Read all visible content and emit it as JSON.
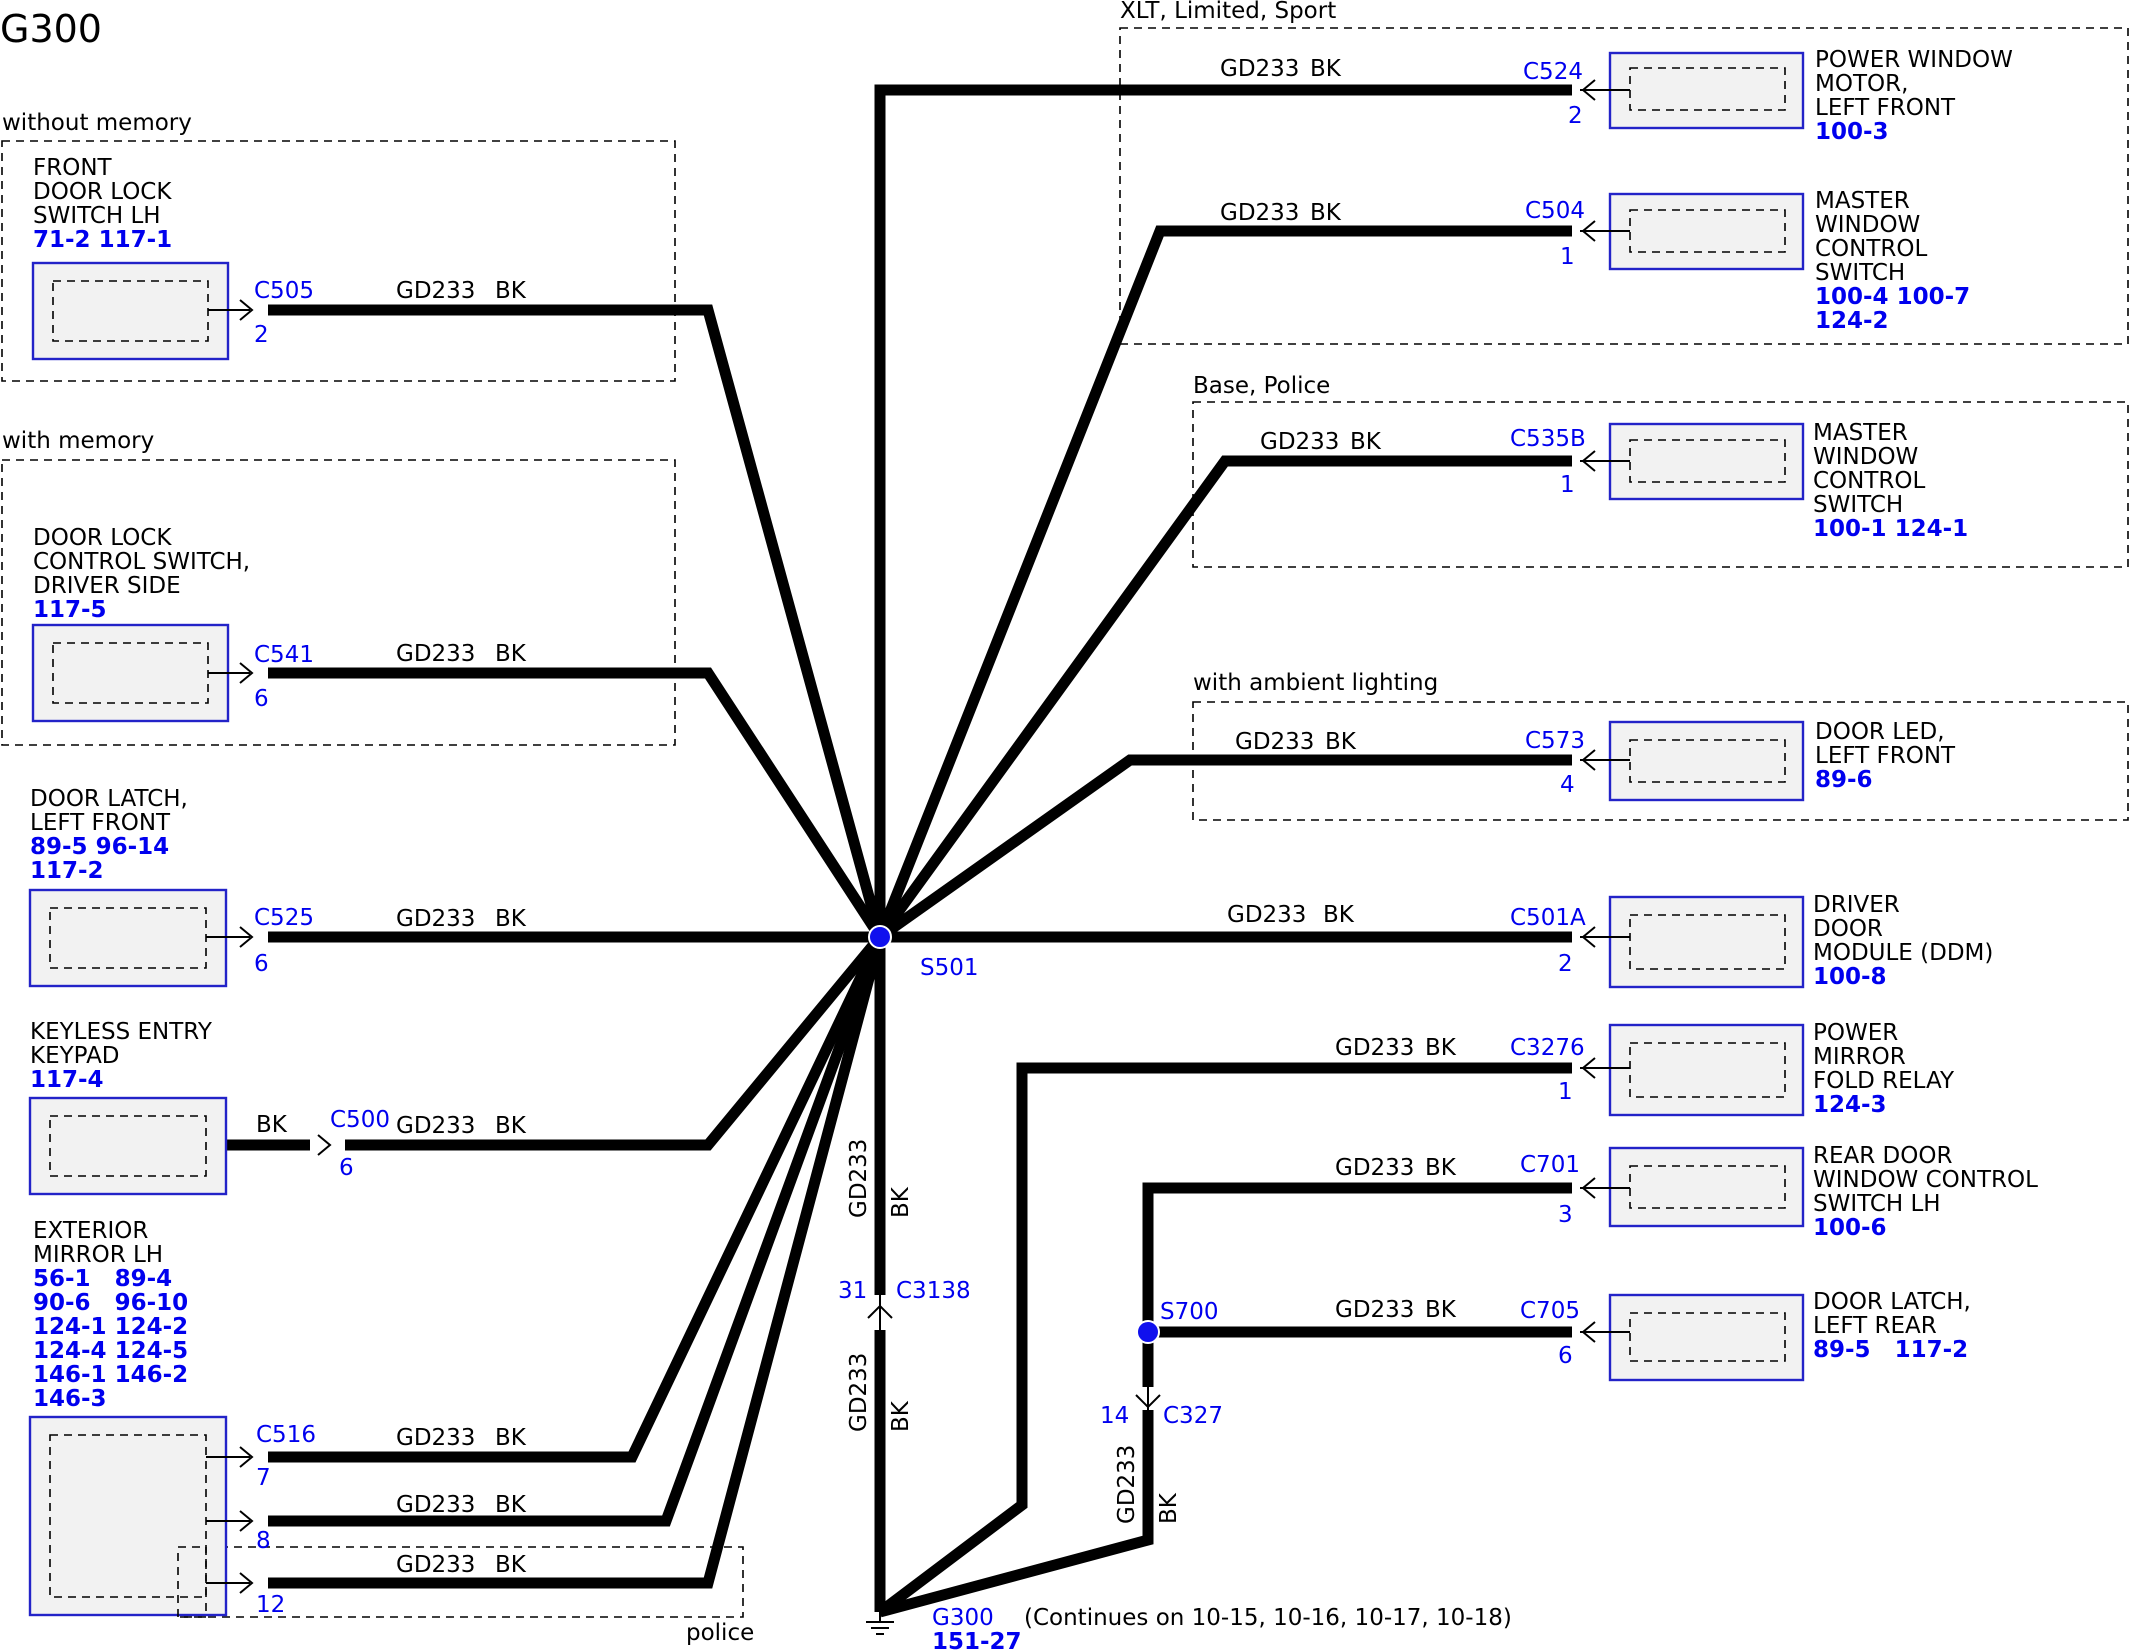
{
  "title": "G300",
  "options": {
    "without_memory": "without memory",
    "with_memory": "with memory",
    "xlt": "XLT, Limited, Sport",
    "base_police": "Base, Police",
    "ambient": "with ambient lighting",
    "police": "police"
  },
  "wire_code": "GD233",
  "wire_color": "BK",
  "components": {
    "front_door_lock": {
      "lines": [
        "FRONT",
        "DOOR LOCK",
        "SWITCH LH"
      ],
      "refs": [
        "71-2  117-1"
      ],
      "connector": "C505",
      "pin": "2"
    },
    "door_lock_control": {
      "lines": [
        "DOOR LOCK",
        "CONTROL SWITCH,",
        "DRIVER SIDE"
      ],
      "refs": [
        "117-5"
      ],
      "connector": "C541",
      "pin": "6"
    },
    "door_latch_lf": {
      "lines": [
        "DOOR LATCH,",
        "LEFT FRONT"
      ],
      "refs": [
        "89-5  96-14",
        "117-2"
      ],
      "connector": "C525",
      "pin": "6"
    },
    "keyless_keypad": {
      "lines": [
        "KEYLESS ENTRY",
        "KEYPAD"
      ],
      "refs": [
        "117-4"
      ],
      "connector": "C500",
      "pin": "6"
    },
    "exterior_mirror": {
      "lines": [
        "EXTERIOR",
        "MIRROR LH"
      ],
      "refs": [
        "56-1   89-4",
        "90-6   96-10",
        "124-1 124-2",
        "124-4 124-5",
        "146-1 146-2",
        "146-3"
      ],
      "connector": "C516",
      "pins": [
        "7",
        "8",
        "12"
      ]
    },
    "power_window_motor": {
      "lines": [
        "POWER WINDOW",
        "MOTOR,",
        "LEFT FRONT"
      ],
      "refs": [
        "100-3"
      ],
      "connector": "C524",
      "pin": "2"
    },
    "master_window_xlt": {
      "lines": [
        "MASTER",
        "WINDOW",
        "CONTROL",
        "SWITCH"
      ],
      "refs": [
        "100-4 100-7",
        "124-2"
      ],
      "connector": "C504",
      "pin": "1"
    },
    "master_window_base": {
      "lines": [
        "MASTER",
        "WINDOW",
        "CONTROL",
        "SWITCH"
      ],
      "refs": [
        "100-1 124-1"
      ],
      "connector": "C535B",
      "pin": "1"
    },
    "door_led": {
      "lines": [
        "DOOR LED,",
        "LEFT FRONT"
      ],
      "refs": [
        "89-6"
      ],
      "connector": "C573",
      "pin": "4"
    },
    "ddm": {
      "lines": [
        "DRIVER",
        "DOOR",
        "MODULE (DDM)"
      ],
      "refs": [
        "100-8"
      ],
      "connector": "C501A",
      "pin": "2"
    },
    "mirror_fold": {
      "lines": [
        "POWER",
        "MIRROR",
        "FOLD RELAY"
      ],
      "refs": [
        "124-3"
      ],
      "connector": "C3276",
      "pin": "1"
    },
    "rear_door_window": {
      "lines": [
        "REAR DOOR",
        "WINDOW CONTROL",
        "SWITCH LH"
      ],
      "refs": [
        "100-6"
      ],
      "connector": "C701",
      "pin": "3"
    },
    "door_latch_lr": {
      "lines": [
        "DOOR LATCH,",
        "LEFT REAR"
      ],
      "refs": [
        "89-5   117-2"
      ],
      "connector": "C705",
      "pin": "6"
    }
  },
  "splices": {
    "s501": "S501",
    "s700": "S700"
  },
  "inline": {
    "c3138": {
      "name": "C3138",
      "pin": "31"
    },
    "c327": {
      "name": "C327",
      "pin": "14"
    }
  },
  "ground": {
    "name": "G300",
    "ref": "151-27",
    "note": "(Continues on 10-15, 10-16, 10-17, 10-18)"
  }
}
